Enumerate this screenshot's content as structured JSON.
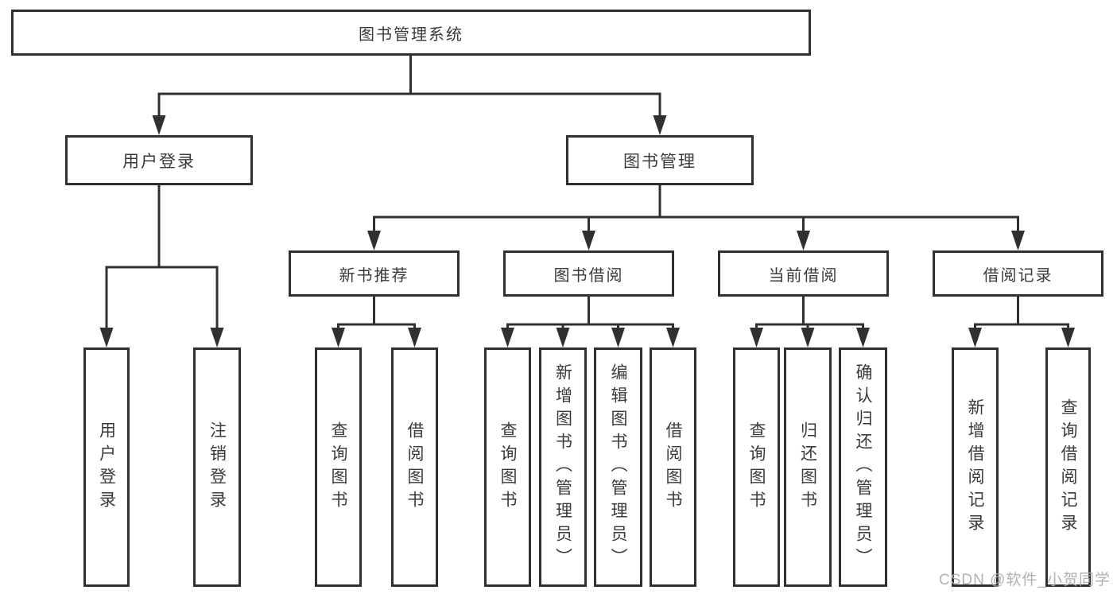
{
  "tree": {
    "root": {
      "label": "图书管理系统"
    },
    "branches": [
      {
        "label": "用户登录",
        "children": [
          {
            "label": "用户登录"
          },
          {
            "label": "注销登录"
          }
        ]
      },
      {
        "label": "图书管理",
        "children": [
          {
            "label": "新书推荐",
            "children": [
              {
                "label": "查询图书"
              },
              {
                "label": "借阅图书"
              }
            ]
          },
          {
            "label": "图书借阅",
            "children": [
              {
                "label": "查询图书"
              },
              {
                "label": "新增图书（管理员）"
              },
              {
                "label": "编辑图书（管理员）"
              },
              {
                "label": "借阅图书"
              }
            ]
          },
          {
            "label": "当前借阅",
            "children": [
              {
                "label": "查询图书"
              },
              {
                "label": "归还图书"
              },
              {
                "label": "确认归还（管理员）"
              }
            ]
          },
          {
            "label": "借阅记录",
            "children": [
              {
                "label": "新增借阅记录"
              },
              {
                "label": "查询借阅记录"
              }
            ]
          }
        ]
      }
    ]
  },
  "watermark": "CSDN @软件_小贺同学",
  "colors": {
    "line": "#303030",
    "text": "#3a3a3a",
    "watermark": "#adadad",
    "background": "#ffffff"
  }
}
